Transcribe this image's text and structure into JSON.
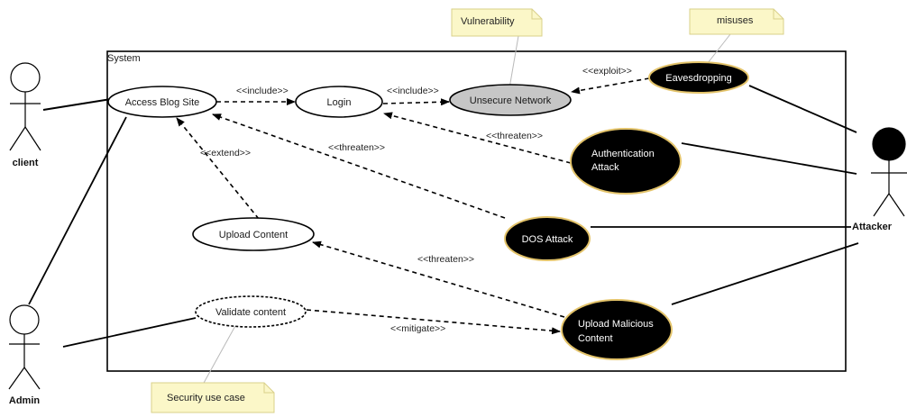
{
  "system": {
    "label": "System"
  },
  "actors": {
    "client": "client",
    "admin": "Admin",
    "attacker": "Attacker"
  },
  "use_cases": {
    "access_blog_site": "Access Blog Site",
    "login": "Login",
    "unsecure_network": "Unsecure Network",
    "upload_content": "Upload Content",
    "validate_content": "Validate content",
    "eavesdropping": "Eavesdropping",
    "authentication_attack": [
      "Authentication",
      "Attack"
    ],
    "dos_attack": "DOS Attack",
    "upload_malicious_content": [
      "Upload Malicious",
      "Content"
    ]
  },
  "notes": {
    "vulnerability": "Vulnerability",
    "misuses": "misuses",
    "security_use_case": "Security use case"
  },
  "stereotypes": {
    "include_1": "<<include>>",
    "include_2": "<<include>>",
    "exploit": "<<exploit>>",
    "extend": "<<extend>>",
    "threaten_access": "<<threaten>>",
    "threaten_login": "<<threaten>>",
    "threaten_upload": "<<threaten>>",
    "mitigate": "<<mitigate>>"
  },
  "colors": {
    "misuse_fill": "#000000",
    "misuse_border": "#e3c36a",
    "vulnerability_fill": "#c6c6c6",
    "note_fill": "#fbf7c8",
    "note_border": "#d9d08a"
  }
}
